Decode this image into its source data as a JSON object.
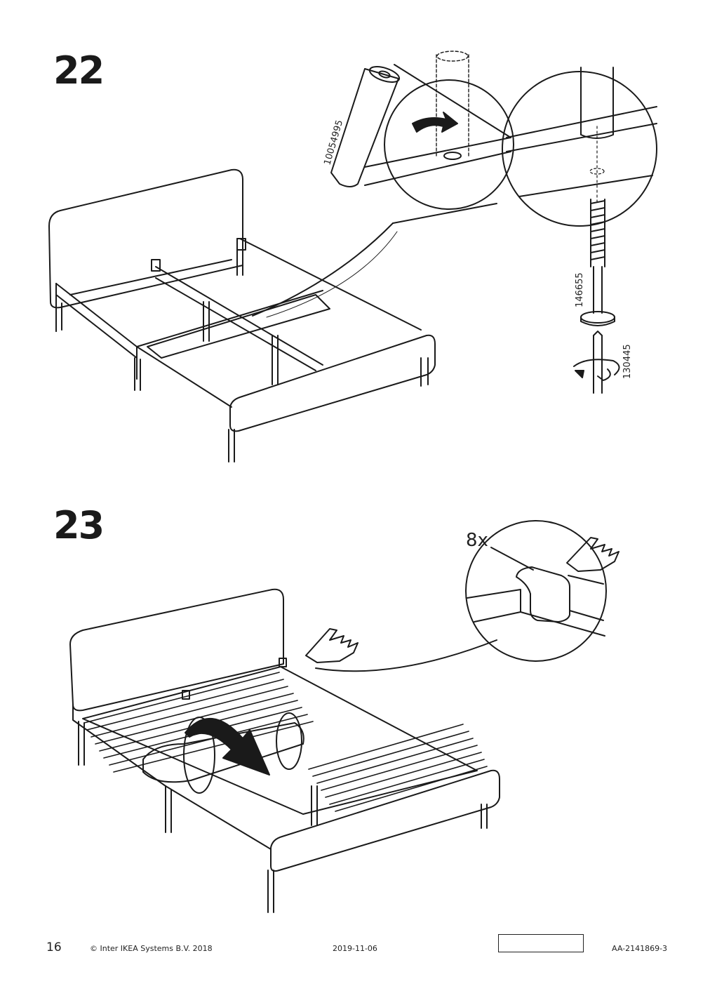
{
  "steps": [
    {
      "number": "22",
      "parts": {
        "leg": "10054995",
        "bolt": "146655",
        "tool": "130445"
      }
    },
    {
      "number": "23",
      "detail_quantity": "8x"
    }
  ],
  "footer": {
    "page_number": "16",
    "copyright": "© Inter IKEA Systems B.V. 2018",
    "date": "2019-11-06",
    "document_code": "AA-2141869-3"
  }
}
